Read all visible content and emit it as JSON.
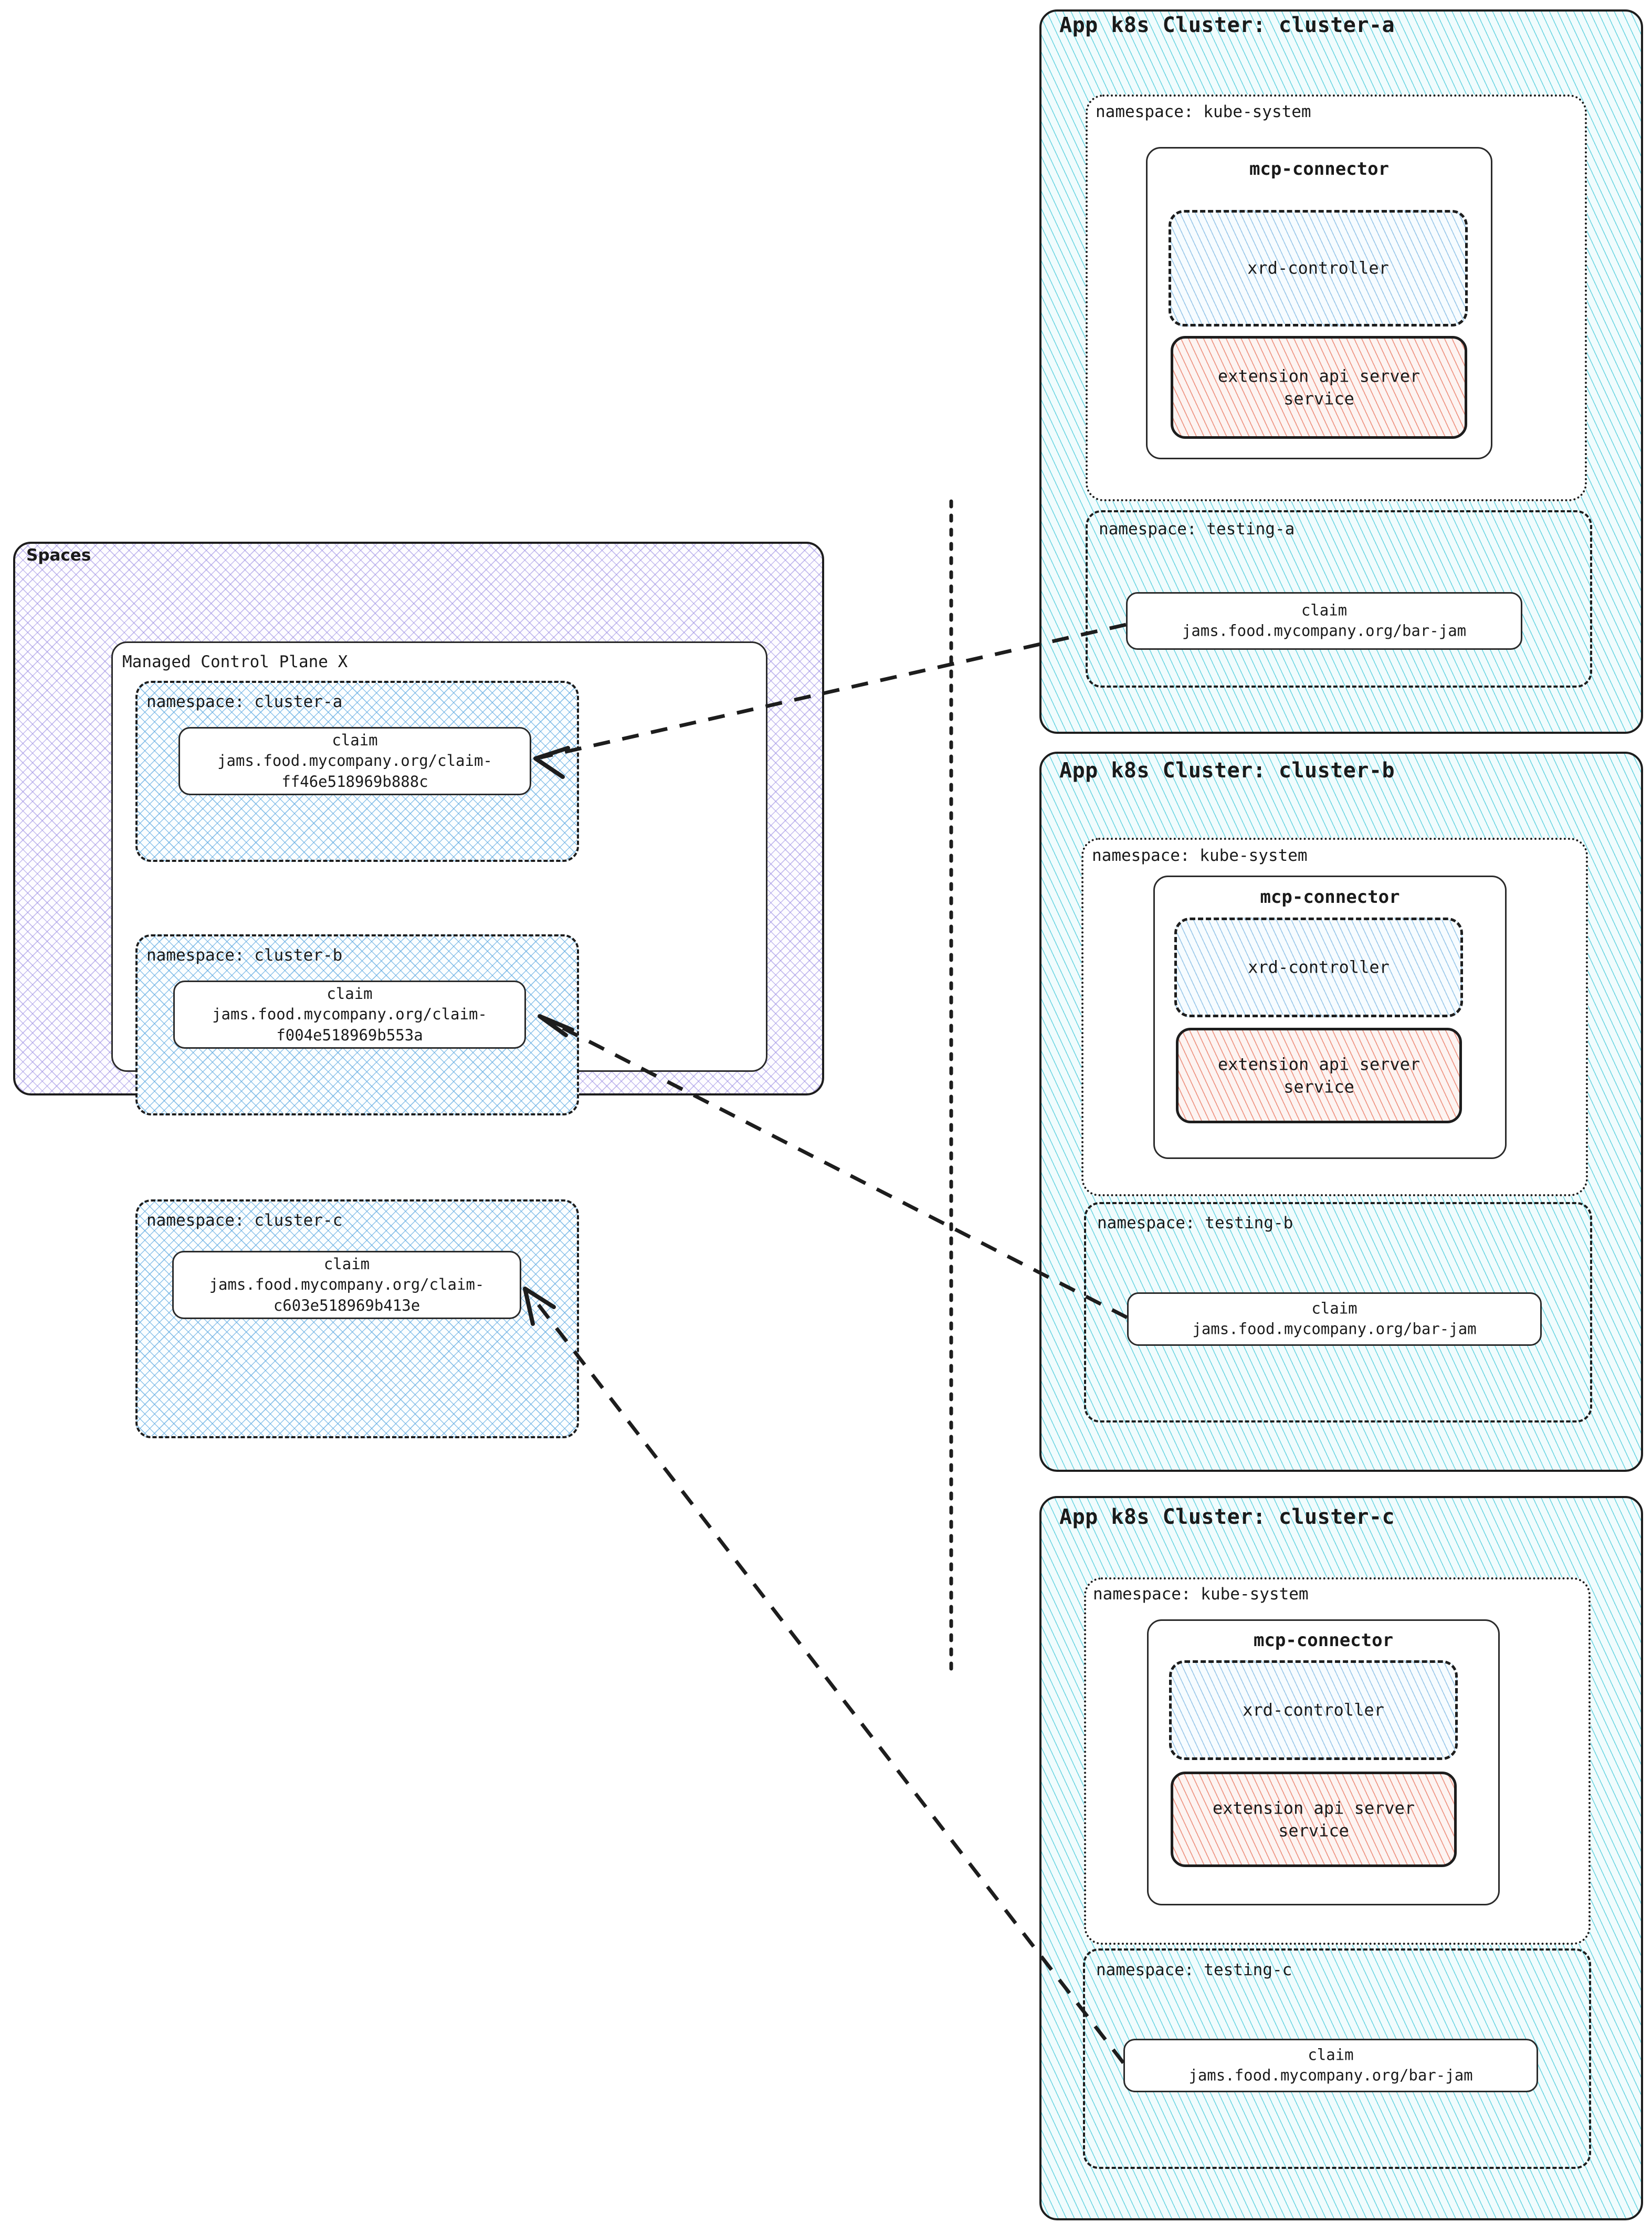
{
  "diagram": {
    "spaces": {
      "label": "Spaces",
      "managed_control_plane": {
        "label": "Managed Control Plane X",
        "namespaces": [
          {
            "label": "namespace: cluster-a",
            "claim": {
              "kind": "claim",
              "ref": "jams.food.mycompany.org/claim-",
              "ref2": "ff46e518969b888c"
            }
          },
          {
            "label": "namespace: cluster-b",
            "claim": {
              "kind": "claim",
              "ref": "jams.food.mycompany.org/claim-",
              "ref2": "f004e518969b553a"
            }
          },
          {
            "label": "namespace: cluster-c",
            "claim": {
              "kind": "claim",
              "ref": "jams.food.mycompany.org/claim-",
              "ref2": "c603e518969b413e"
            }
          }
        ]
      }
    },
    "clusters": [
      {
        "title": "App k8s Cluster: cluster-a",
        "kube_system": {
          "label": "namespace: kube-system",
          "mcp_connector": {
            "label": "mcp-connector",
            "xrd_controller": "xrd-controller",
            "extension_api": "extension api server\nservice",
            "extension_api_line1": "extension api server",
            "extension_api_line2": "service"
          }
        },
        "testing": {
          "label": "namespace: testing-a",
          "claim": {
            "kind": "claim",
            "ref": "jams.food.mycompany.org/bar-jam"
          }
        }
      },
      {
        "title": "App k8s Cluster: cluster-b",
        "kube_system": {
          "label": "namespace: kube-system",
          "mcp_connector": {
            "label": "mcp-connector",
            "xrd_controller": "xrd-controller",
            "extension_api_line1": "extension api server",
            "extension_api_line2": "service"
          }
        },
        "testing": {
          "label": "namespace: testing-b",
          "claim": {
            "kind": "claim",
            "ref": "jams.food.mycompany.org/bar-jam"
          }
        }
      },
      {
        "title": "App k8s Cluster: cluster-c",
        "kube_system": {
          "label": "namespace: kube-system",
          "mcp_connector": {
            "label": "mcp-connector",
            "xrd_controller": "xrd-controller",
            "extension_api_line1": "extension api server",
            "extension_api_line2": "service"
          }
        },
        "testing": {
          "label": "namespace: testing-c",
          "claim": {
            "kind": "claim",
            "ref": "jams.food.mycompany.org/bar-jam"
          }
        }
      }
    ],
    "colors": {
      "spaces_hatch": "#9687e1",
      "namespace_hatch": "#60aae1",
      "cluster_hatch": "#50cddc",
      "extension_hatch": "#eb826e",
      "stroke": "#1d1d1d"
    }
  }
}
